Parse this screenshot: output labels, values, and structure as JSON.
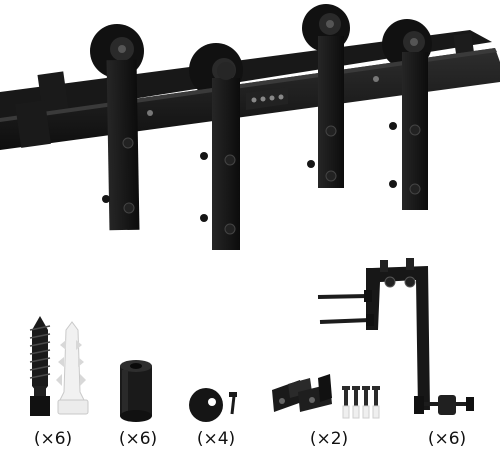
{
  "product": {
    "name": "barn-door-hardware-kit",
    "hardware_color": "#141414",
    "anchor_color": "#f2f2f2"
  },
  "parts": [
    {
      "id": "lag-screw",
      "quantity_label": "(×6)"
    },
    {
      "id": "wall-spacer",
      "quantity_label": "(×6)"
    },
    {
      "id": "door-stopper",
      "quantity_label": "(×4)"
    },
    {
      "id": "floor-guide",
      "quantity_label": "(×2)"
    },
    {
      "id": "anti-jump-bracket",
      "quantity_label": "(×6)"
    }
  ]
}
